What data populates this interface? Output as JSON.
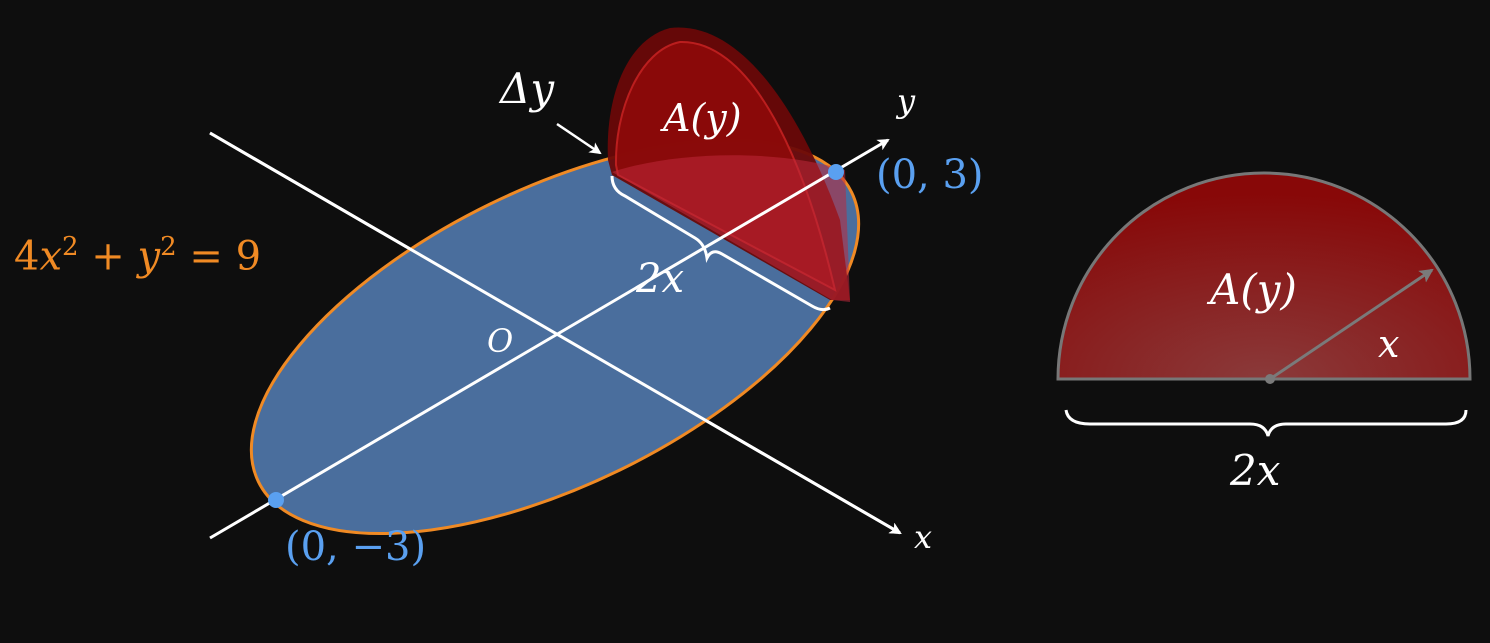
{
  "colors": {
    "background": "#0e0e0e",
    "ellipse_fill": "#4a6e9d",
    "ellipse_stroke": "#f08a24",
    "axis": "#ffffff",
    "point": "#5aa0f0",
    "point_label": "#5aa0f0",
    "equation": "#f08a24",
    "cross_section": "#b01818",
    "semicircle_fill": "#8a0b0b",
    "semicircle_stroke": "#777777"
  },
  "left_figure": {
    "equation": {
      "coef": "4",
      "x": "x",
      "exp_x": "2",
      "plus": "+",
      "y": "y",
      "exp_y": "2",
      "eq": "=",
      "rhs": "9"
    },
    "origin_label": "O",
    "x_axis_label": "x",
    "y_axis_label": "y",
    "point_top_label": "(0, 3)",
    "point_bottom_label": "(0, −3)",
    "delta_label": "Δy",
    "area_label": "A(y)",
    "width_label": "2x"
  },
  "right_figure": {
    "area_label": "A(y)",
    "radius_label": "x",
    "diameter_label": "2x"
  }
}
